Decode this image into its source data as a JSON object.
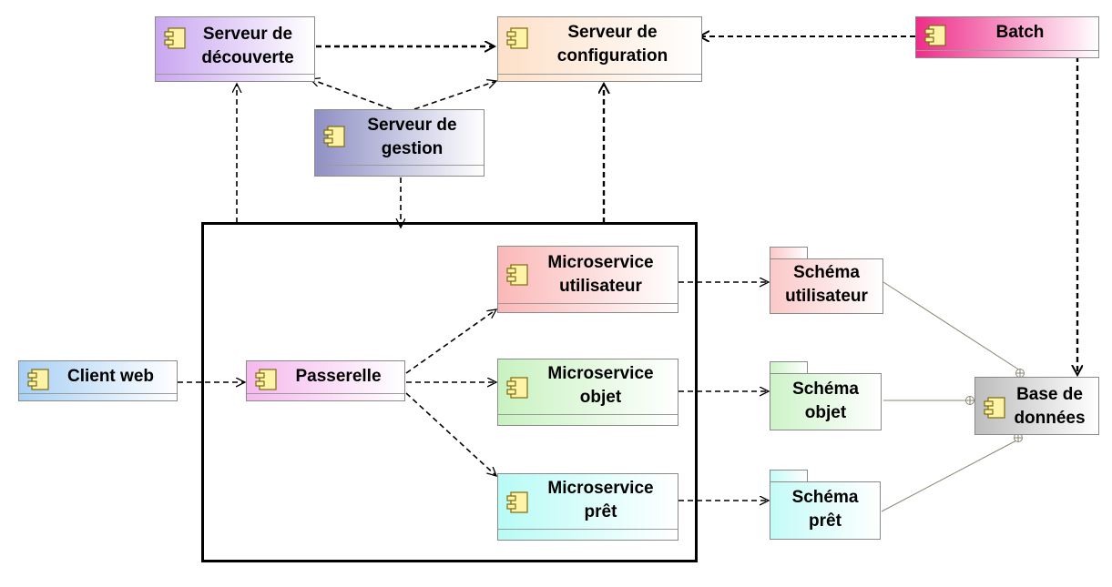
{
  "components": {
    "decouverte": {
      "line1": "Serveur de",
      "line2": "découverte",
      "color": "#c9a7f0"
    },
    "configuration": {
      "line1": "Serveur de",
      "line2": "configuration",
      "color": "#fde0c8"
    },
    "batch": {
      "line1": "Batch",
      "color": "#ef2c8a"
    },
    "gestion": {
      "line1": "Serveur de",
      "line2": "gestion",
      "color": "#8f90c4"
    },
    "client": {
      "line1": "Client web",
      "color": "#a8d0f4"
    },
    "passerelle": {
      "line1": "Passerelle",
      "color": "#f5b8ee"
    },
    "ms_utilisateur": {
      "line1": "Microservice",
      "line2": "utilisateur",
      "color": "#fbb8b8"
    },
    "ms_objet": {
      "line1": "Microservice",
      "line2": "objet",
      "color": "#c8f2c0"
    },
    "ms_pret": {
      "line1": "Microservice",
      "line2": "prêt",
      "color": "#b8fbf6"
    },
    "base": {
      "line1": "Base de",
      "line2": "données",
      "color": "#bdbdbd"
    }
  },
  "schemas": {
    "utilisateur": {
      "line1": "Schéma",
      "line2": "utilisateur",
      "color": "#fbc8c8"
    },
    "objet": {
      "line1": "Schéma",
      "line2": "objet",
      "color": "#cdf3c8"
    },
    "pret": {
      "line1": "Schéma",
      "line2": "prêt",
      "color": "#c4fbf7"
    }
  }
}
